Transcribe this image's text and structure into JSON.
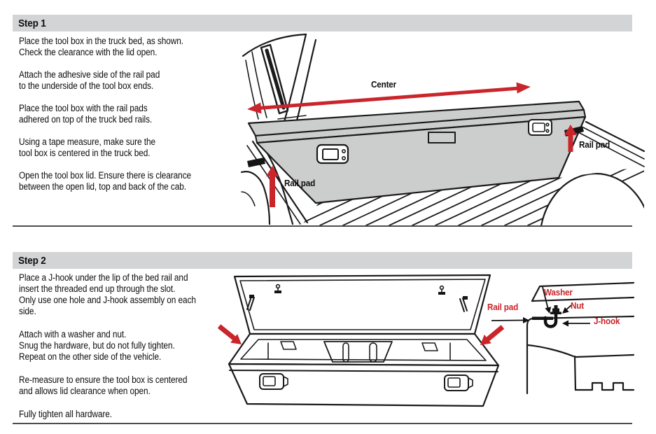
{
  "colors": {
    "red": "#c9252b",
    "ink": "#1a1a1a",
    "header_bg": "#d2d4d5",
    "divider": "#4d4d4d",
    "box_fill": "#cccecd"
  },
  "step1": {
    "title": "Step 1",
    "paragraphs": [
      [
        "Place the tool box in the truck bed, as shown.",
        "Check the clearance with the lid open."
      ],
      [
        "Attach the adhesive side of the rail pad",
        "to the underside of the tool box ends."
      ],
      [
        "Place the tool box with the rail pads",
        "adhered on top of the truck bed rails."
      ],
      [
        "Using a tape measure, make sure the",
        "tool box is centered in the truck bed."
      ],
      [
        "Open the tool box lid. Ensure there is clearance",
        "between the open lid, top and back of the cab."
      ]
    ],
    "labels": {
      "center": "Center",
      "rail_pad_left": "Rail pad",
      "rail_pad_right": "Rail pad"
    }
  },
  "step2": {
    "title": "Step 2",
    "paragraphs": [
      [
        "Place a J-hook under the lip of the bed rail and",
        "insert the threaded end up through the slot.",
        "Only use one hole and J-hook assembly on each",
        "side."
      ],
      [
        "Attach with a washer and nut.",
        "Snug the hardware, but do not fully tighten.",
        "Repeat on the other side of the vehicle."
      ],
      [
        "Re-measure to ensure the tool box is centered",
        "and allows lid clearance when open."
      ],
      [
        "Fully tighten all hardware."
      ]
    ],
    "labels": {
      "rail_pad": "Rail pad",
      "washer": "Washer",
      "nut": "Nut",
      "jhook": "J-hook"
    }
  }
}
